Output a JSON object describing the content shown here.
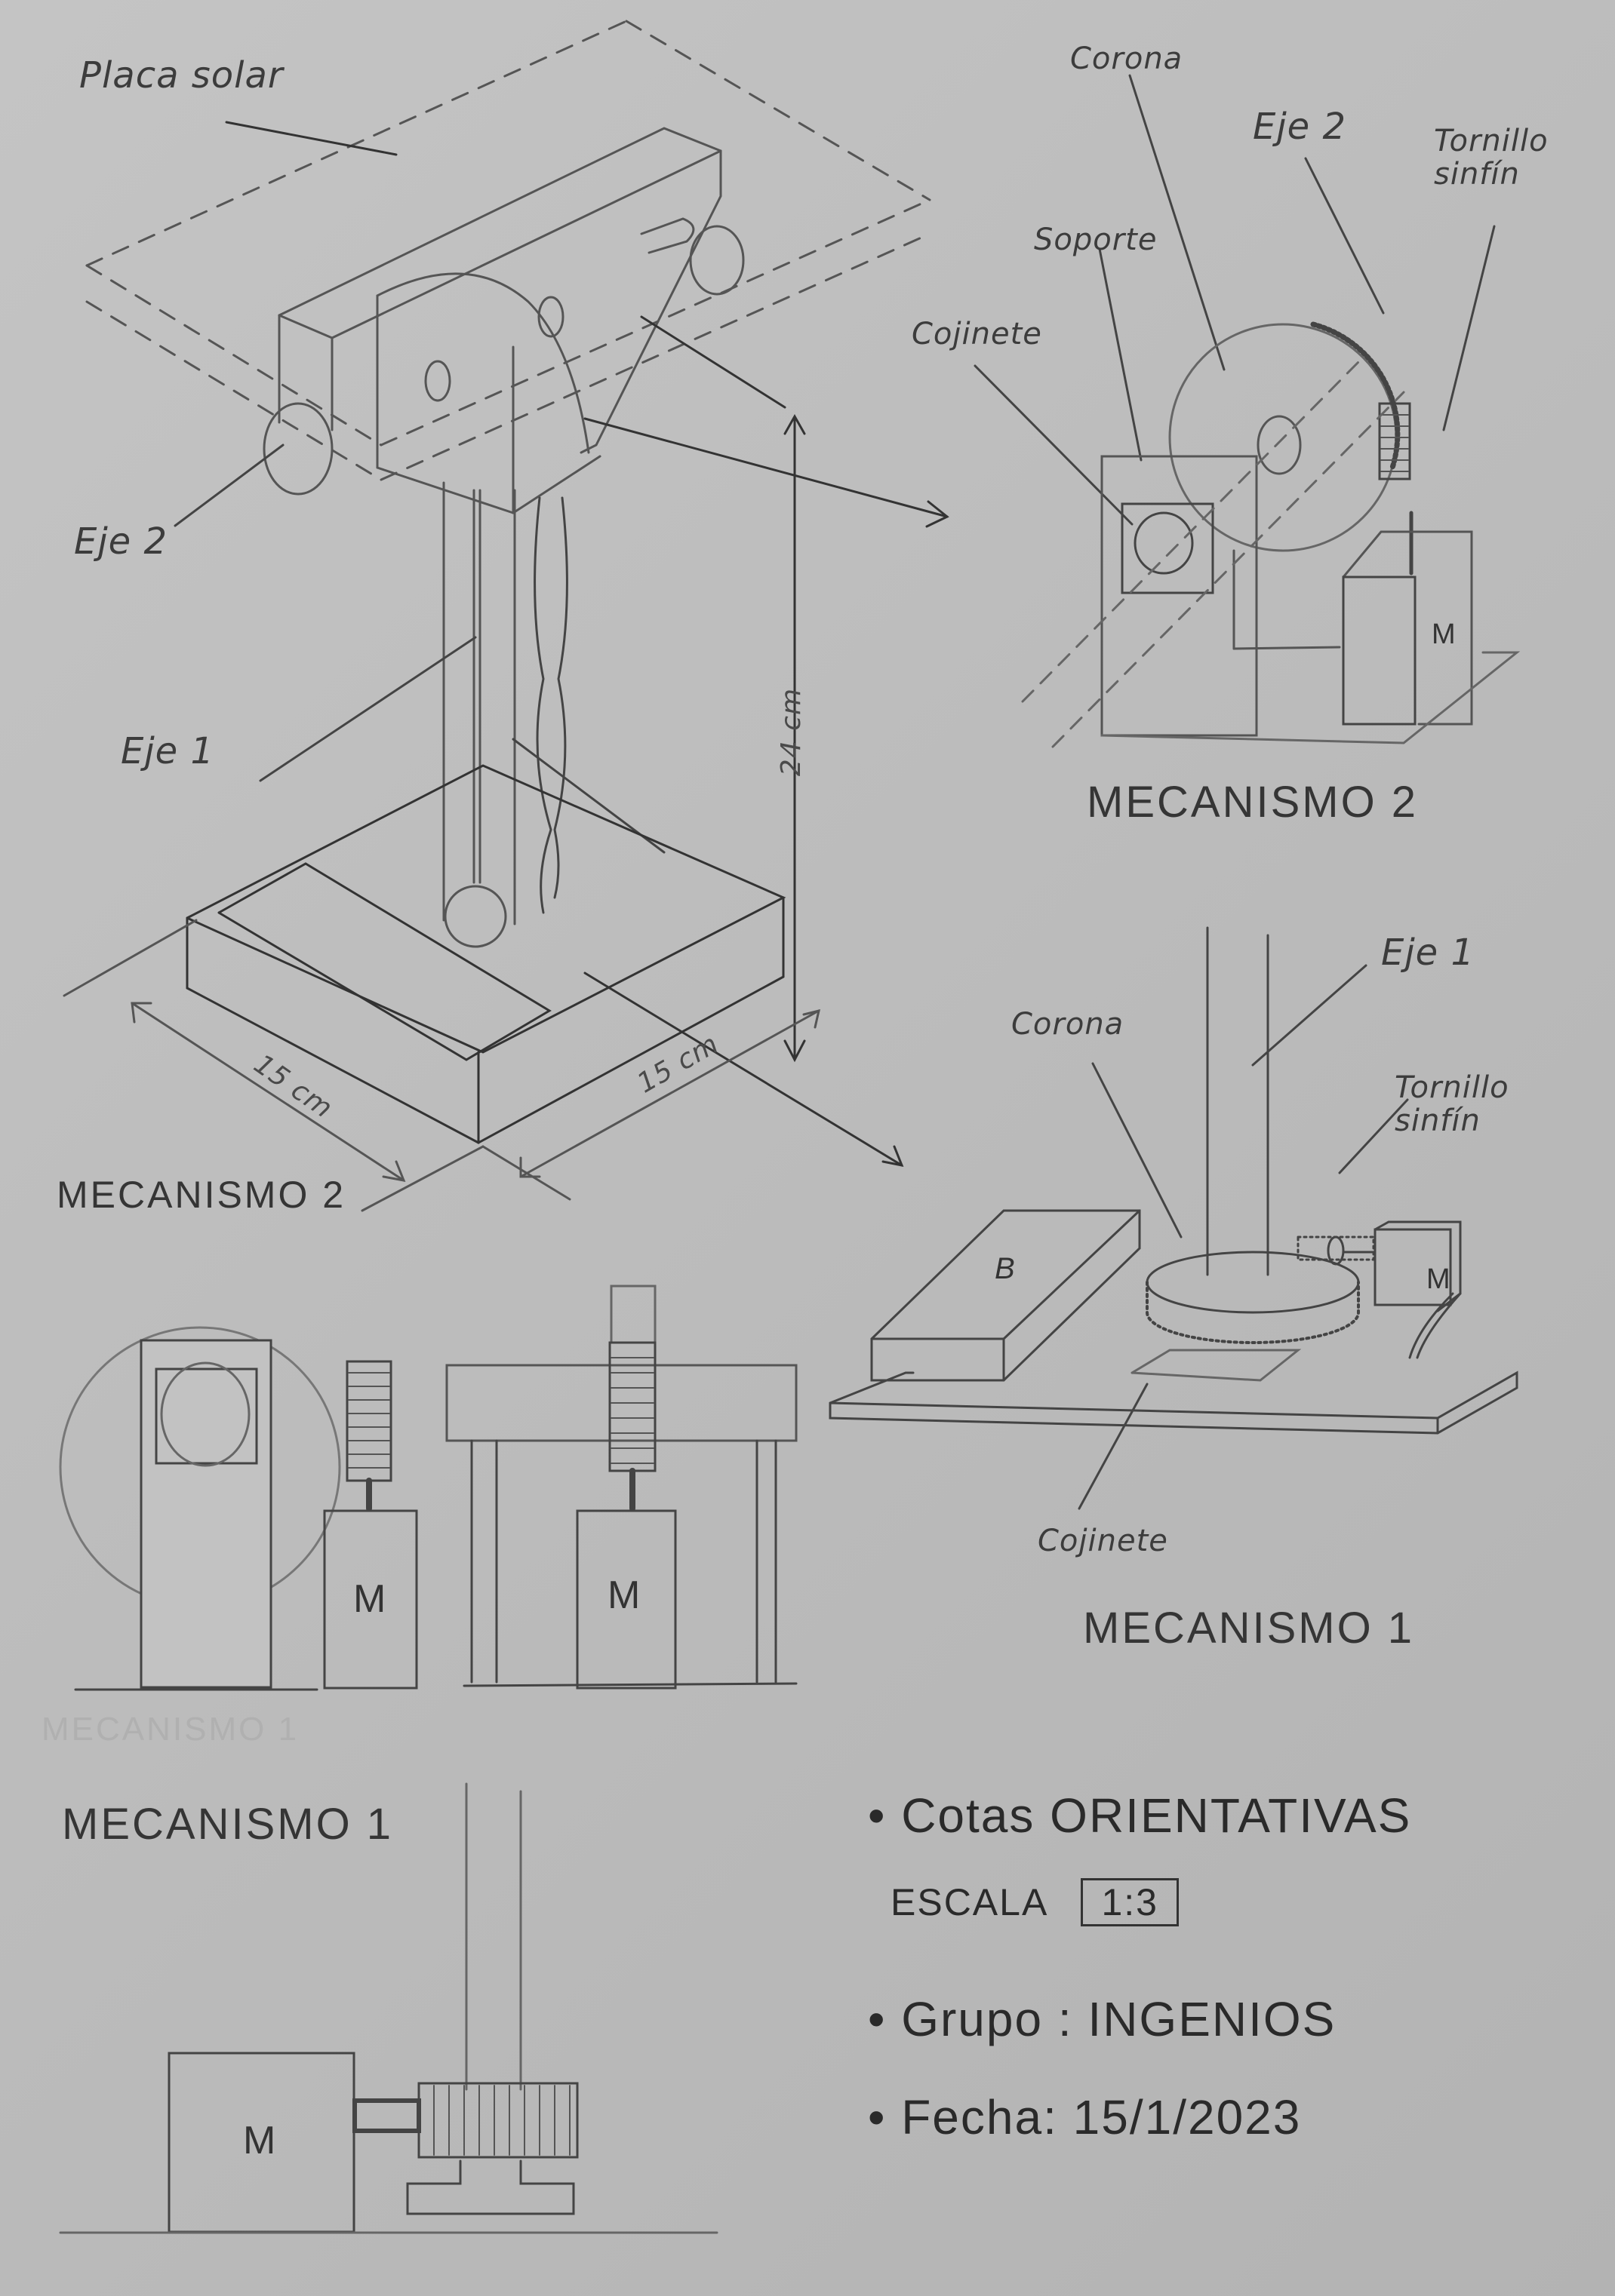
{
  "sheet": {
    "background": "#bdbdbd",
    "stroke_color": "#444444"
  },
  "isometric_view": {
    "labels": {
      "solar_panel": "Placa solar",
      "axis_2": "Eje 2",
      "axis_1": "Eje 1",
      "height_dim": "24 cm",
      "width_dim_left": "15 cm",
      "width_dim_right": "15 cm"
    },
    "title": "MECANISMO 2"
  },
  "mechanism_2_detail": {
    "labels": {
      "crown": "Corona",
      "axis_2": "Eje 2",
      "worm_screw": "Tornillo\nsinfín",
      "support": "Soporte",
      "bearing": "Cojinete",
      "motor": "M"
    },
    "title": "MECANISMO 2"
  },
  "orthographic_views": {
    "motor_label_left": "M",
    "motor_label_right": "M",
    "faded_title": "MECANISMO 1"
  },
  "mechanism_1_detail": {
    "labels": {
      "axis_1": "Eje 1",
      "crown": "Corona",
      "worm_screw": "Tornillo\nsinfín",
      "battery": "B",
      "motor": "M",
      "bearing": "Cojinete"
    },
    "title": "MECANISMO 1"
  },
  "mechanism_1_side_view": {
    "title": "MECANISMO 1",
    "motor": "M"
  },
  "notes": {
    "dimensions_bullet": "Cotas ORIENTATIVAS",
    "scale_label": "ESCALA",
    "scale_value": "1:3",
    "group_label": "Grupo :",
    "group_value": "INGENIOS",
    "date_label": "Fecha:",
    "date_value": "15/1/2023",
    "bullet": "•"
  }
}
